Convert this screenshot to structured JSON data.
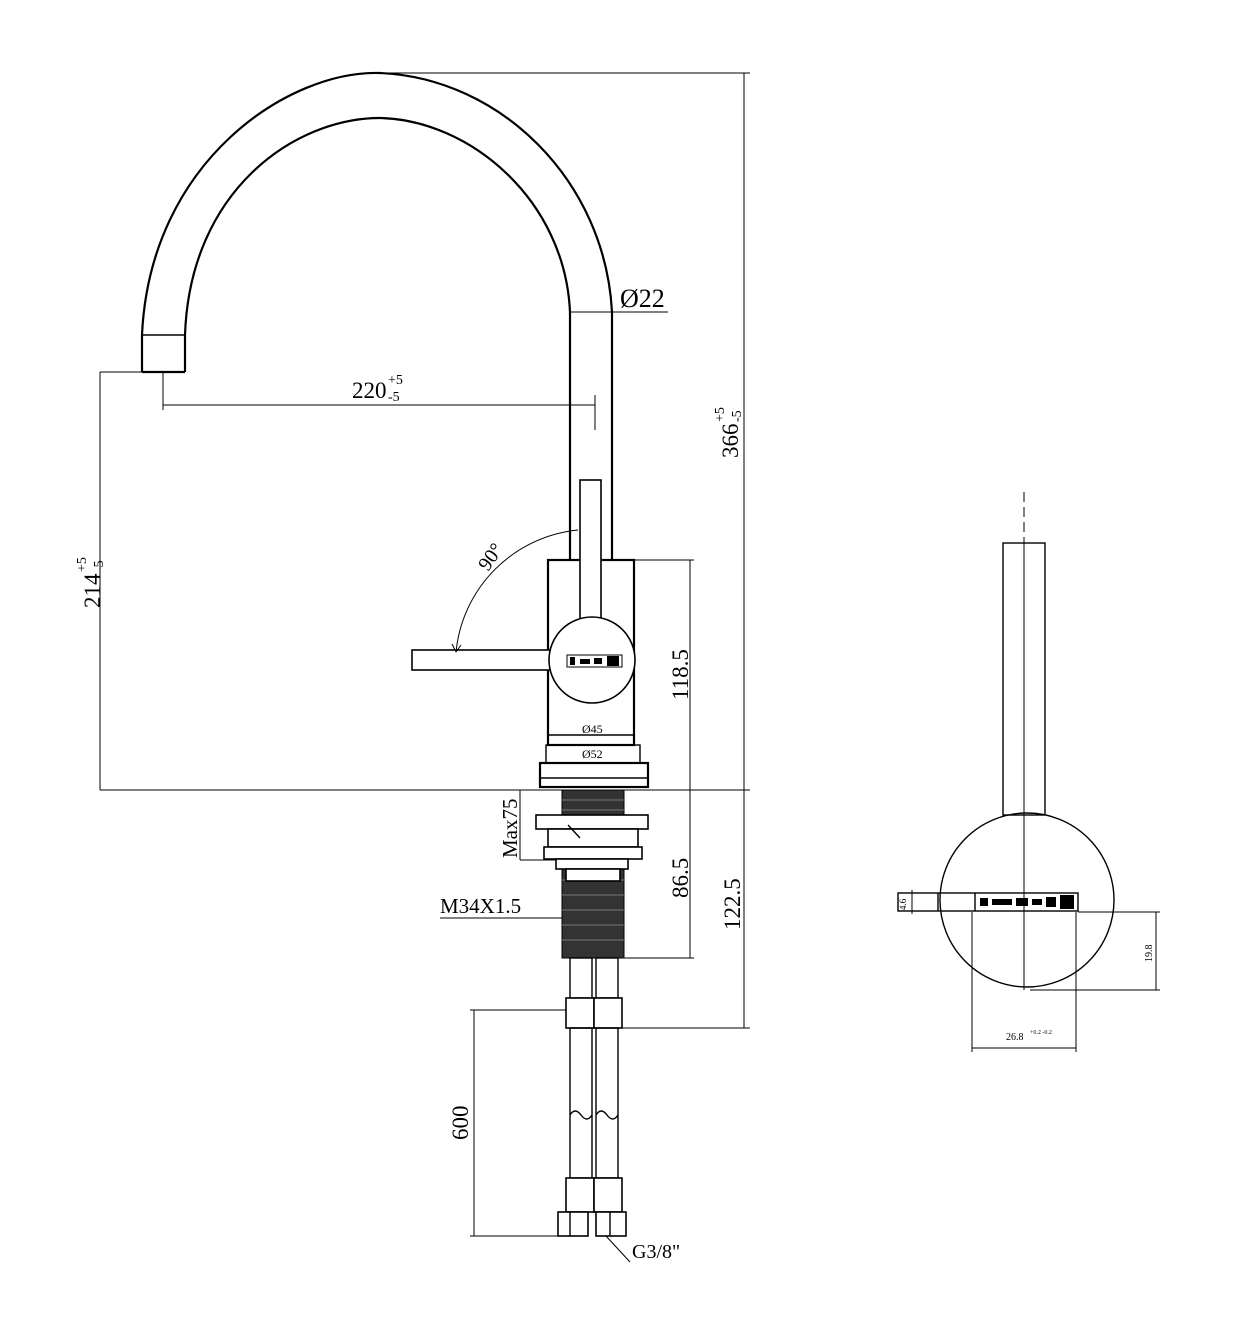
{
  "drawing": {
    "side_view": {
      "spout_diameter": "Ø22",
      "reach": {
        "value": "220",
        "tol_plus": "+5",
        "tol_minus": "-5"
      },
      "total_height": {
        "value": "366",
        "tol_plus": "+5",
        "tol_minus": "-5"
      },
      "spout_height": {
        "value": "214",
        "tol_plus": "+5",
        "tol_minus": "-5"
      },
      "handle_angle": "90°",
      "body_height": "118.5",
      "base_diameter_inner": "Ø45",
      "base_diameter_outer": "Ø52",
      "max_deck": "Max75",
      "thread_length": "86.5",
      "below_deck_length": "122.5",
      "thread_spec": "M34X1.5",
      "hose_length": "600",
      "connection": "G3/8\""
    },
    "front_view": {
      "handle_width": "19.8",
      "width_dim": "26.8",
      "width_tol": "+0.2 -0.2",
      "hole_dim": "4.6"
    }
  }
}
